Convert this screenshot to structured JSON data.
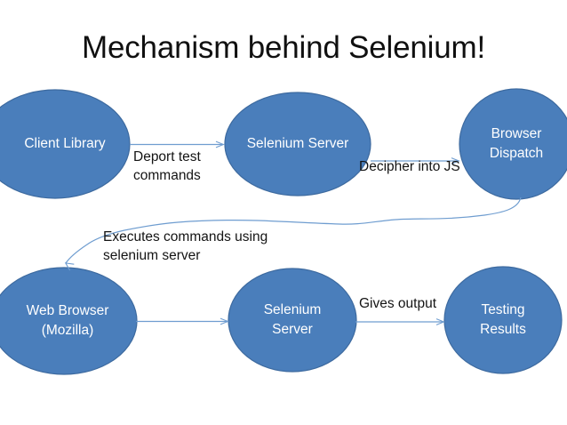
{
  "slide": {
    "title": "Mechanism behind Selenium!",
    "background_color": "#ffffff"
  },
  "theme": {
    "node_fill": "#4a7ebb",
    "node_stroke": "#3d6a9f",
    "node_text_color": "#ffffff",
    "edge_color": "#6f9dd0",
    "label_text_color": "#141414",
    "title_text_color": "#101010"
  },
  "nodes": [
    {
      "id": "client-library",
      "label": "Client Library",
      "shape": "ellipse"
    },
    {
      "id": "selenium-server-top",
      "label": "Selenium Server",
      "shape": "ellipse"
    },
    {
      "id": "browser-dispatch",
      "label": "Browser\nDispatch",
      "shape": "ellipse"
    },
    {
      "id": "web-browser",
      "label": "Web Browser\n(Mozilla)",
      "shape": "ellipse"
    },
    {
      "id": "selenium-server-bottom",
      "label": "Selenium\nServer",
      "shape": "ellipse"
    },
    {
      "id": "testing-results",
      "label": "Testing\nResults",
      "shape": "ellipse"
    }
  ],
  "edges": [
    {
      "id": "edge-deport",
      "from": "client-library",
      "to": "selenium-server-top",
      "label": "Deport test\ncommands",
      "style": "straight"
    },
    {
      "id": "edge-decipher",
      "from": "selenium-server-top",
      "to": "browser-dispatch",
      "label": "Decipher into JS",
      "style": "straight"
    },
    {
      "id": "edge-executes",
      "from": "browser-dispatch",
      "to": "web-browser",
      "label": "Executes commands using\nselenium server",
      "style": "curved"
    },
    {
      "id": "edge-run",
      "from": "web-browser",
      "to": "selenium-server-bottom",
      "label": "",
      "style": "straight"
    },
    {
      "id": "edge-output",
      "from": "selenium-server-bottom",
      "to": "testing-results",
      "label": "Gives output",
      "style": "straight"
    }
  ],
  "chart_data": {
    "type": "diagram",
    "title": "Mechanism behind Selenium!",
    "flow": [
      "Client Library",
      "Selenium Server",
      "Browser Dispatch",
      "Web Browser (Mozilla)",
      "Selenium Server",
      "Testing Results"
    ]
  }
}
